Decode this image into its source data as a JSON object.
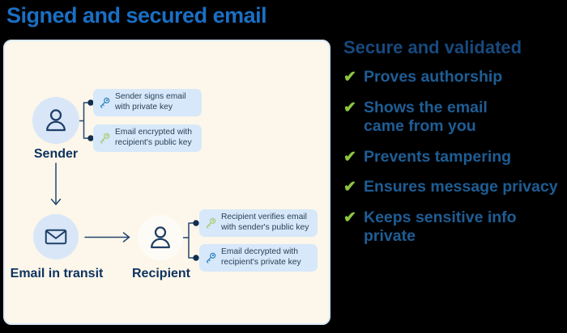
{
  "page": {
    "title": "Signed and secured email",
    "colors": {
      "background": "#000000",
      "title_blue": "#1a6fc4",
      "panel_cream": "#fcf7ea",
      "callout_blue": "#d6e8fa",
      "node_circle_blue": "#d8e6f8",
      "node_circle_white": "#fdfbf5",
      "diagram_navy": "#1f3f66",
      "key_blue": "#2f80ba",
      "key_green": "#a5cb69",
      "benefit_text_blue": "#1e5d95",
      "check_green": "#8dc63f"
    }
  },
  "diagram": {
    "sender": {
      "label": "Sender"
    },
    "email_transit": {
      "label": "Email in transit"
    },
    "recipient": {
      "label": "Recipient"
    },
    "callouts": [
      {
        "icon": "key-icon-blue",
        "text": "Sender signs email with private key"
      },
      {
        "icon": "key-icon-green",
        "text": "Email encrypted with recipient's public key"
      },
      {
        "icon": "key-icon-green",
        "text": "Recipient verifies email with sender's public key"
      },
      {
        "icon": "key-icon-blue",
        "text": "Email decrypted with recipient's private key"
      }
    ]
  },
  "benefits": {
    "heading": "Secure and validated",
    "check": "✔",
    "items": [
      "Proves authorship",
      "Shows the email came from you",
      "Prevents tampering",
      "Ensures message privacy",
      "Keeps sensitive info private"
    ]
  }
}
